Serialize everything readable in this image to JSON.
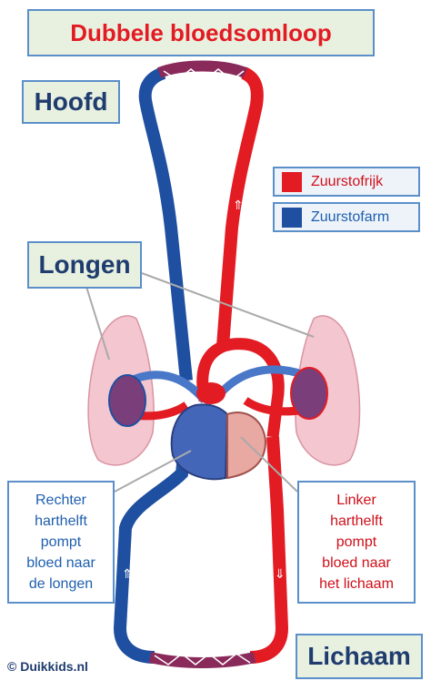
{
  "title": "Dubbele bloedsomloop",
  "labels": {
    "head": "Hoofd",
    "lungs": "Longen",
    "body": "Lichaam"
  },
  "right_half": [
    "Rechter",
    "harthelft",
    "pompt",
    "bloed naar",
    "de longen"
  ],
  "left_half": [
    "Linker",
    "harthelft",
    "pompt",
    "bloed naar",
    "het lichaam"
  ],
  "legend": {
    "oxygen_rich": "Zuurstofrijk",
    "oxygen_poor": "Zuurstofarm"
  },
  "copyright": "© Duikkids.nl",
  "colors": {
    "oxygen_rich": "#e31b23",
    "oxygen_poor": "#1f4fa0",
    "lung": "#f4c6cf",
    "heart_right": "#4466b8",
    "heart_left": "#e8a9a3"
  }
}
